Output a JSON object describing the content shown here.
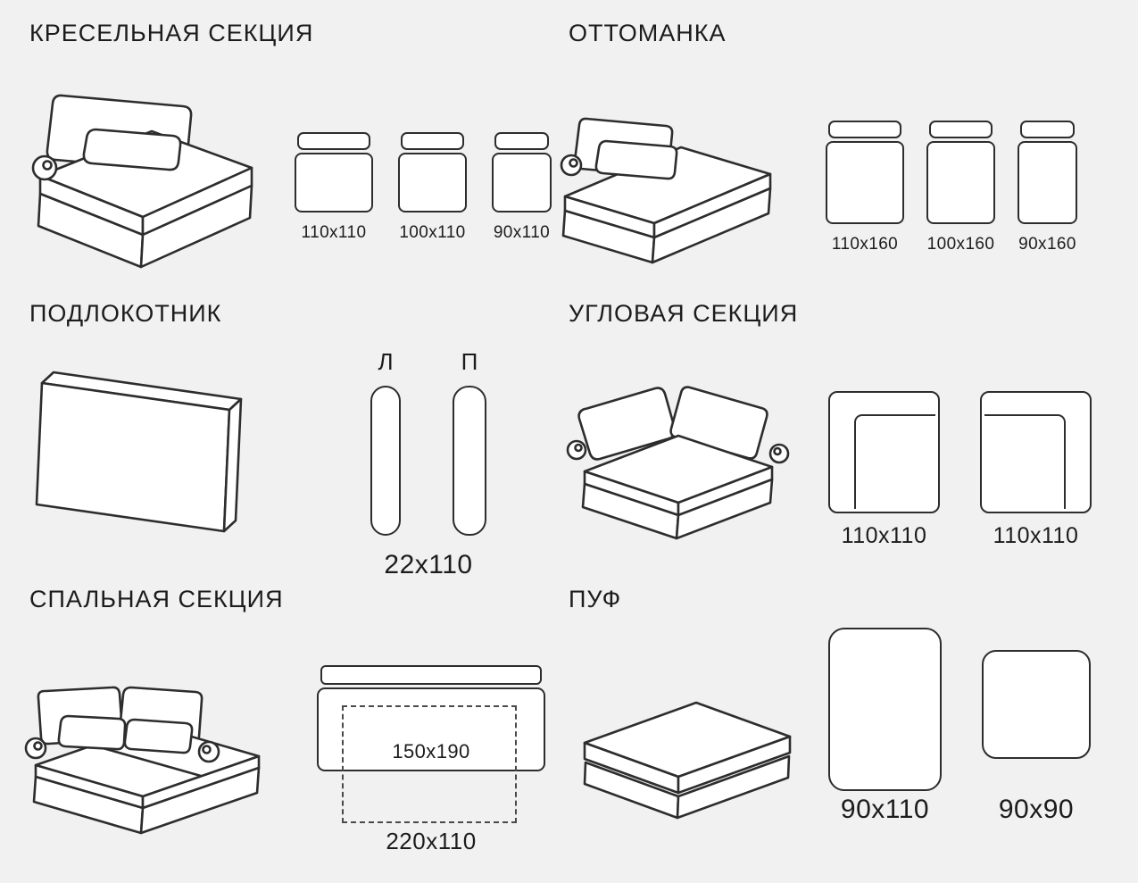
{
  "canvas": {
    "background_color": "#f1f1f1",
    "line_color": "#2d2d2d",
    "text_color": "#1c1c1c"
  },
  "sections": {
    "armchair": {
      "title": "КРЕСЕЛЬНАЯ СЕКЦИЯ",
      "sketch": "armchair-section-line-drawing",
      "variants": [
        "110x110",
        "100x110",
        "90x110"
      ]
    },
    "ottoman": {
      "title": "ОТТОМАНКА",
      "sketch": "ottoman-section-line-drawing",
      "variants": [
        "110x160",
        "100x160",
        "90x160"
      ]
    },
    "armrest": {
      "title": "ПОДЛОКОТНИК",
      "sketch": "armrest-panel-line-drawing",
      "left_label": "Л",
      "right_label": "П",
      "size": "22x110"
    },
    "corner": {
      "title": "УГЛОВАЯ СЕКЦИЯ",
      "sketch": "corner-section-line-drawing",
      "variants": [
        "110x110",
        "110x110"
      ]
    },
    "sleeper": {
      "title": "СПАЛЬНАЯ СЕКЦИЯ",
      "sketch": "sleeper-section-line-drawing",
      "bed_size": "150x190",
      "size": "220x110"
    },
    "pouf": {
      "title": "ПУФ",
      "sketch": "pouf-line-drawing",
      "variants": [
        "90x110",
        "90x90"
      ]
    }
  }
}
